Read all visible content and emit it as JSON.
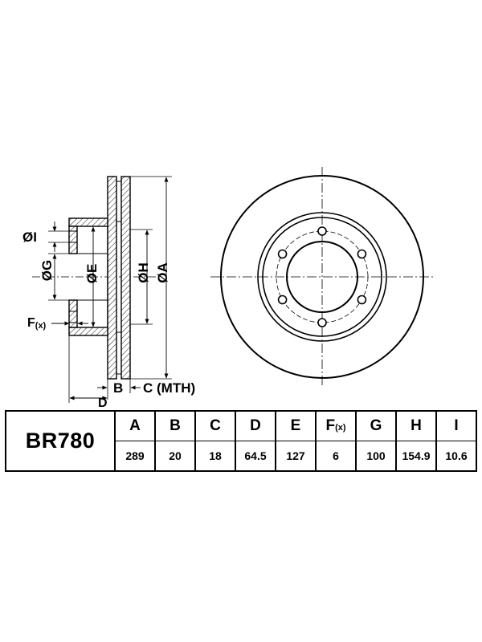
{
  "labels": {
    "dia_i": "ØI",
    "dia_g": "ØG",
    "dia_e": "ØE",
    "dia_h": "ØH",
    "dia_a": "ØA",
    "f_main": "F",
    "f_sub": "(x)",
    "b": "B",
    "c_mth": "C (MTH)",
    "d": "D"
  },
  "table": {
    "model": "BR780",
    "headers": [
      {
        "main": "A",
        "sub": ""
      },
      {
        "main": "B",
        "sub": ""
      },
      {
        "main": "C",
        "sub": ""
      },
      {
        "main": "D",
        "sub": ""
      },
      {
        "main": "E",
        "sub": ""
      },
      {
        "main": "F",
        "sub": "(x)"
      },
      {
        "main": "G",
        "sub": ""
      },
      {
        "main": "H",
        "sub": ""
      },
      {
        "main": "I",
        "sub": ""
      }
    ],
    "values": [
      "289",
      "20",
      "18",
      "64.5",
      "127",
      "6",
      "100",
      "154.9",
      "10.6"
    ]
  }
}
